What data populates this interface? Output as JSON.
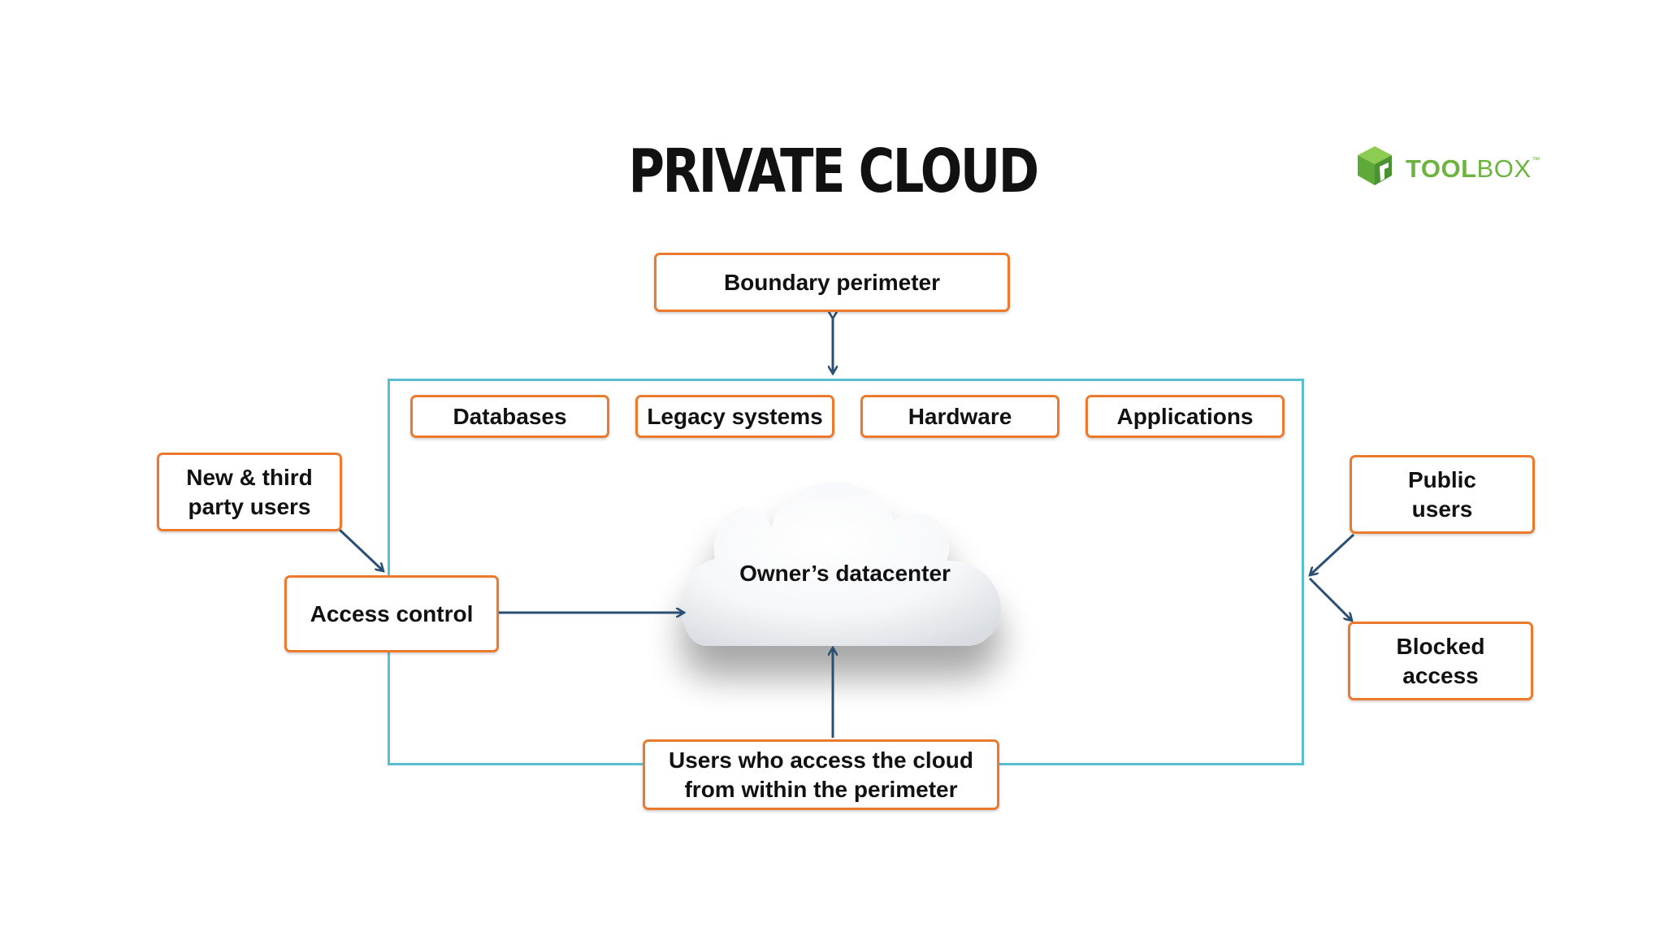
{
  "title": "PRIVATE CLOUD",
  "logo": {
    "part1": "TOOL",
    "part2": "BOX",
    "mark": "™",
    "icon": "green-cube-icon"
  },
  "colors": {
    "box_border": "#ec7a2e",
    "perimeter": "#5bbdd0",
    "arrow": "#2b4f72",
    "logo_green": "#6db33f"
  },
  "nodes": {
    "boundary": "Boundary perimeter",
    "databases": "Databases",
    "legacy": "Legacy systems",
    "hardware": "Hardware",
    "applications": "Applications",
    "new_users_line1": "New & third",
    "new_users_line2": "party users",
    "access_control": "Access control",
    "datacenter": "Owner’s datacenter",
    "public_line1": "Public",
    "public_line2": "users",
    "blocked_line1": "Blocked",
    "blocked_line2": "access",
    "internal_line1": "Users who access the cloud",
    "internal_line2": "from within the perimeter"
  }
}
